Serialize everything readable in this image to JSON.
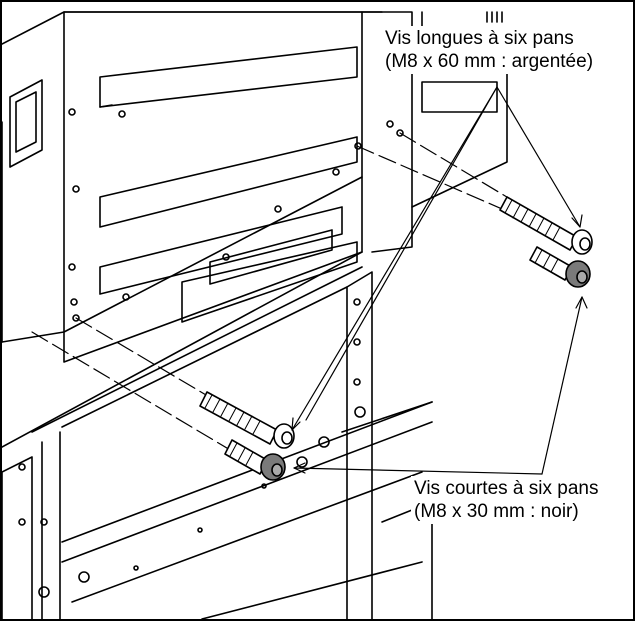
{
  "callouts": {
    "long_screws": {
      "line1": "Vis longues à six pans",
      "line2": "(M8 x 60 mm : argentée)"
    },
    "short_screws": {
      "line1": "Vis courtes à six pans",
      "line2": "(M8 x 30 mm : noir)"
    }
  },
  "colors": {
    "line": "#000000",
    "background": "#ffffff",
    "silver_screw": "#ffffff",
    "black_screw": "#7a7a7a"
  }
}
